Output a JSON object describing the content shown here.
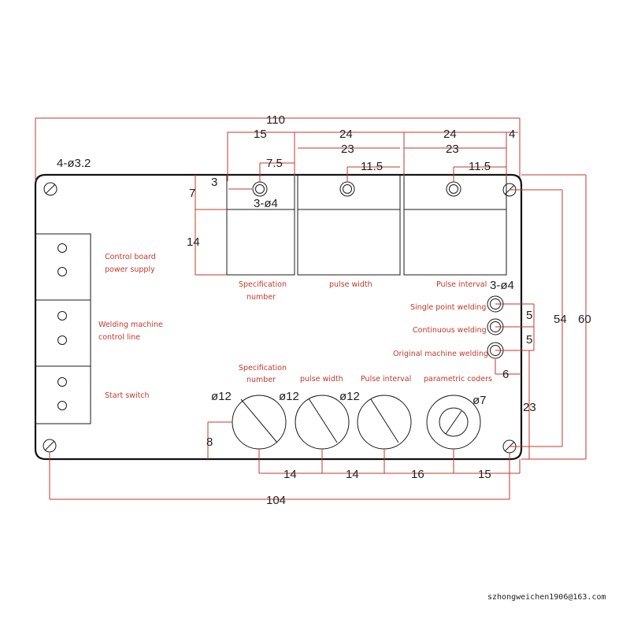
{
  "dimensions": {
    "overall_width": "110",
    "display_left": "15",
    "display_pitch_1": "24",
    "display_pitch_2": "24",
    "display_right": "4",
    "display_width_1": "23",
    "display_width_2": "23",
    "led_offset_1": "7.5",
    "led_offset_2": "11.5",
    "led_offset_3": "11.5",
    "led_small": "3",
    "display_top": "7",
    "display_height": "14",
    "mount_holes": "4-ø3.2",
    "led_holes_top": "3-ø4",
    "led_holes_right": "3-ø4",
    "right_pitch_1": "5",
    "right_pitch_2": "5",
    "right_bottom": "6",
    "height_inner": "54",
    "height_total": "60",
    "right_lower": "23",
    "knob_dia_1": "ø12",
    "knob_dia_2": "ø12",
    "knob_dia_3": "ø12",
    "coder_dia": "ø7",
    "knob_bottom": "8",
    "knob_pitch_1": "14",
    "knob_pitch_2": "14",
    "knob_pitch_3": "16",
    "knob_right": "15",
    "hole_pitch": "104"
  },
  "labels": {
    "terminal_1": [
      "Control board",
      "power supply"
    ],
    "terminal_2": [
      "Welding machine",
      "control line"
    ],
    "terminal_3": "Start switch",
    "display_1": [
      "Specification",
      "number"
    ],
    "display_2": "pulse width",
    "display_3": "Pulse interval",
    "switch_1": "Single point welding",
    "switch_2": "Continuous welding",
    "switch_3": "Original machine welding",
    "knob_1": [
      "Specification",
      "number"
    ],
    "knob_2": "pulse width",
    "knob_3": "Pulse interval",
    "knob_4": "parametric coders"
  },
  "watermark": "szhongweichen1906@163.com"
}
